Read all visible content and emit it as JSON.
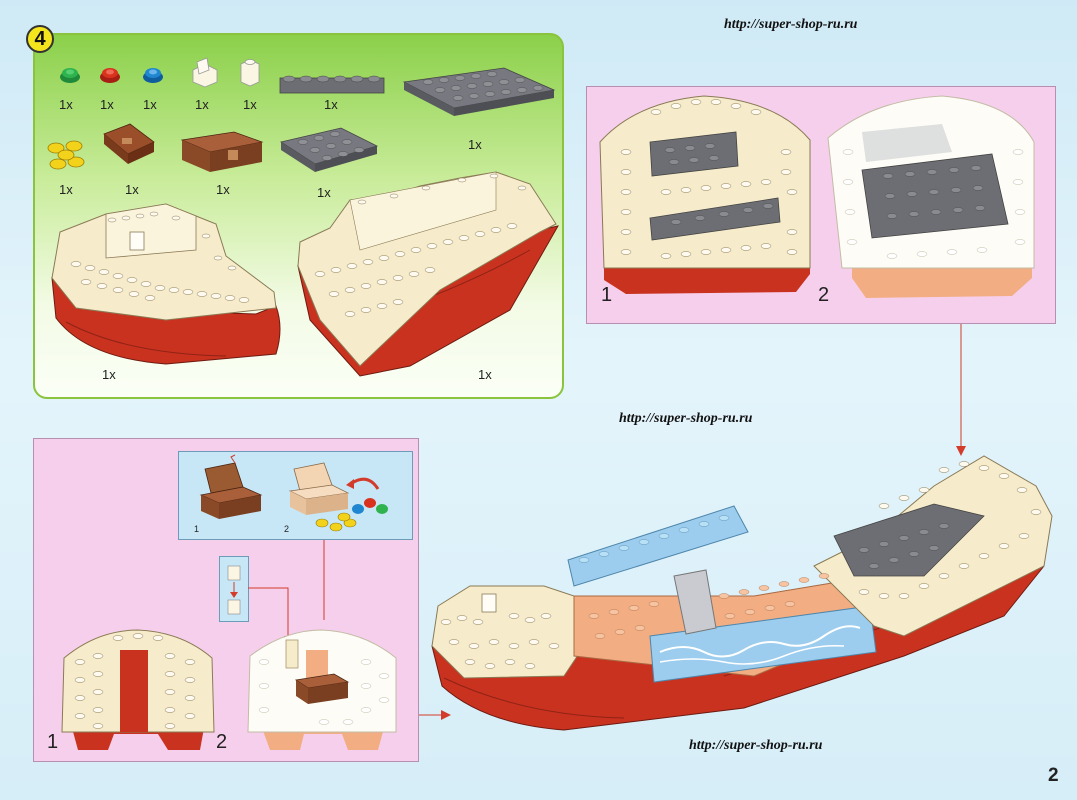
{
  "header_url": "http://super-shop-ru.ru",
  "middle_url": "http://super-shop-ru.ru",
  "footer_url": "http://super-shop-ru.ru",
  "step": {
    "number": "4",
    "parts": [
      {
        "qty": "1x",
        "icon": "green-round-stud-icon"
      },
      {
        "qty": "1x",
        "icon": "red-round-stud-icon"
      },
      {
        "qty": "1x",
        "icon": "blue-round-stud-icon"
      },
      {
        "qty": "1x",
        "icon": "white-chair-brick-icon"
      },
      {
        "qty": "1x",
        "icon": "white-1x1-brick-icon"
      },
      {
        "qty": "1x",
        "icon": "gray-1x6-plate-icon"
      },
      {
        "qty": "1x",
        "icon": "gray-6x8-plate-icon"
      },
      {
        "qty": "1x",
        "icon": "gold-coins-icon"
      },
      {
        "qty": "1x",
        "icon": "brown-chest-lid-icon"
      },
      {
        "qty": "1x",
        "icon": "brown-chest-base-icon"
      },
      {
        "qty": "1x",
        "icon": "gray-4x4-plate-icon"
      }
    ],
    "hulls": [
      {
        "qty": "1x",
        "icon": "stern-hull-section-icon"
      },
      {
        "qty": "1x",
        "icon": "bow-hull-section-icon"
      }
    ]
  },
  "top_right": {
    "labels": [
      "1",
      "2"
    ]
  },
  "bottom_left": {
    "inset_labels": [
      "1",
      "2"
    ],
    "labels": [
      "1",
      "2"
    ]
  },
  "page_number": "2",
  "colors": {
    "hull_red": "#c9321f",
    "brick_cream": "#f6eccb",
    "plate_gray": "#6d6e73",
    "panel_pink": "#f6cfec",
    "step_green": "#8bd04a"
  }
}
